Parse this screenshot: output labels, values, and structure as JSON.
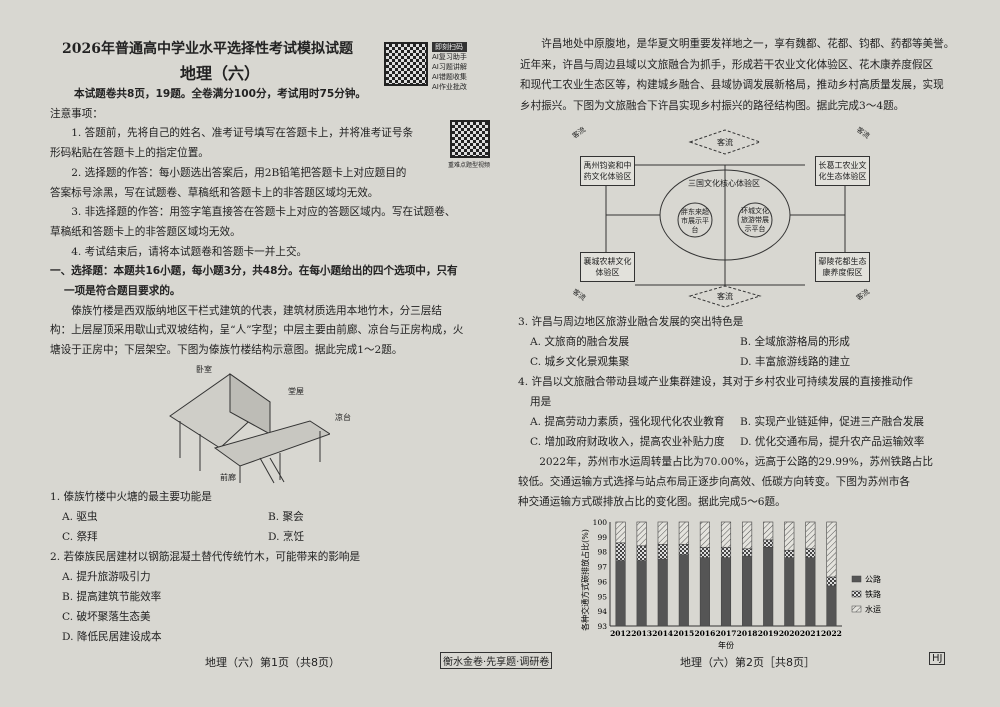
{
  "left": {
    "title": "2026年普通高中学业水平选择性考试模拟试题",
    "subtitle": "地理（六）",
    "qr_label": "即刻扫码",
    "qr_items": [
      "AI复习助手",
      "AI习题讲解",
      "AI错题收集",
      "AI作业批改"
    ],
    "qr2_caption": "重难点题型视频",
    "info": "本试题卷共8页，19题。全卷满分100分，考试用时75分钟。",
    "notice_title": "注意事项：",
    "notices": [
      "1. 答题前，先将自己的姓名、准考证号填写在答题卡上，并将准考证号条",
      "形码粘贴在答题卡上的指定位置。",
      "2. 选择题的作答：每小题选出答案后，用2B铅笔把答题卡上对应题目的",
      "答案标号涂黑，写在试题卷、草稿纸和答题卡上的非答题区域均无效。",
      "3. 非选择题的作答：用签字笔直接答在答题卡上对应的答题区域内。写在试题卷、",
      "草稿纸和答题卡上的非答题区域均无效。",
      "4. 考试结束后，请将本试题卷和答题卡一并上交。"
    ],
    "section": "一、选择题：本题共16小题，每小题3分，共48分。在每小题给出的四个选项中，只有",
    "section2": "一项是符合题目要求的。",
    "passage": [
      "傣族竹楼是西双版纳地区干栏式建筑的代表，建筑材质选用本地竹木，分三层结",
      "构：上层屋顶采用歇山式双坡结构，呈“人”字型；中层主要由前廊、凉台与正房构成，火",
      "塘设于正房中；下层架空。下图为傣族竹楼结构示意图。据此完成1～2题。"
    ],
    "figure_labels": {
      "bedroom": "卧室",
      "main_room": "堂屋",
      "balcony": "凉台",
      "porch": "前廊"
    },
    "q1": {
      "stem": "1. 傣族竹楼中火塘的最主要功能是",
      "options": [
        "A. 驱虫",
        "B. 聚会",
        "C. 祭拜",
        "D. 烹饪"
      ]
    },
    "q2": {
      "stem": "2. 若傣族民居建材以钢筋混凝土替代传统竹木，可能带来的影响是",
      "options": [
        "A. 提升旅游吸引力",
        "B. 提高建筑节能效率",
        "C. 破坏聚落生态美",
        "D. 降低民居建设成本"
      ]
    },
    "footer": "地理（六）第1页（共8页）"
  },
  "right": {
    "passage": [
      "许昌地处中原腹地，是华夏文明重要发祥地之一，享有魏都、花都、钧都、药都等美誉。",
      "近年来，许昌与周边县域以文旅融合为抓手，形成若干农业文化体验区、花木康养度假区",
      "和现代工农业生态区等，构建城乡融合、县域协调发展新格局，推动乡村高质量发展，实现",
      "乡村振兴。下图为文旅融合下许昌实现乡村振兴的路径结构图。据此完成3～4题。"
    ],
    "diagram": {
      "tl": "禹州钧瓷和中药文化体验区",
      "tr": "长葛工农业文化生态体验区",
      "bl": "襄城农耕文化体验区",
      "br": "鄢陵花都生态康养度假区",
      "core": "三国文化核心体验区",
      "c1": "胖东来超市展示平台",
      "c2": "环城文化旅游带展示平台",
      "flow": "客流"
    },
    "q3": {
      "stem": "3. 许昌与周边地区旅游业融合发展的突出特色是",
      "options": [
        "A. 文旅商的融合发展",
        "B. 全域旅游格局的形成",
        "C. 城乡文化景观集聚",
        "D. 丰富旅游线路的建立"
      ]
    },
    "q4": {
      "stem": "4. 许昌以文旅融合带动县域产业集群建设，其对于乡村农业可持续发展的直接推动作",
      "stem2": "用是",
      "options": [
        "A. 提高劳动力素质，强化现代化农业教育",
        "B. 实现产业链延伸，促进三产融合发展",
        "C. 增加政府财政收入，提高农业补贴力度",
        "D. 优化交通布局，提升农产品运输效率"
      ]
    },
    "passage2": [
      "2022年，苏州市水运周转量占比为70.00%，远高于公路的29.99%，苏州铁路占比",
      "较低。交通运输方式选择与站点布局正逐步向高效、低碳方向转变。下图为苏州市各",
      "种交通运输方式碳排放占比的变化图。据此完成5～6题。"
    ],
    "footer": "地理（六）第2页［共8页］",
    "brand": "衡水金卷·先享题·调研卷",
    "code": "HJ"
  },
  "chart_data": {
    "type": "bar",
    "stacked": true,
    "categories": [
      "2012",
      "2013",
      "2014",
      "2015",
      "2016",
      "2017",
      "2018",
      "2019",
      "2020",
      "2021",
      "2022"
    ],
    "series": [
      {
        "name": "公路",
        "values": [
          97.4,
          97.4,
          97.5,
          97.8,
          97.6,
          97.6,
          97.7,
          98.3,
          97.6,
          97.6,
          95.7
        ],
        "color": "#555"
      },
      {
        "name": "铁路",
        "values": [
          1.2,
          1.0,
          1.0,
          0.7,
          0.7,
          0.7,
          0.5,
          0.5,
          0.5,
          0.6,
          0.6
        ],
        "color": "#999"
      },
      {
        "name": "水运",
        "values": [
          1.4,
          1.6,
          1.5,
          1.5,
          1.7,
          1.7,
          1.8,
          1.2,
          1.9,
          1.8,
          3.7
        ],
        "color": "#ccc"
      }
    ],
    "xlabel": "年份",
    "ylabel": "各种交通方式碳排放占比(%)",
    "ylim": [
      93,
      100
    ],
    "yticks": [
      93,
      94,
      95,
      96,
      97,
      98,
      99,
      100
    ],
    "legend": "right"
  }
}
